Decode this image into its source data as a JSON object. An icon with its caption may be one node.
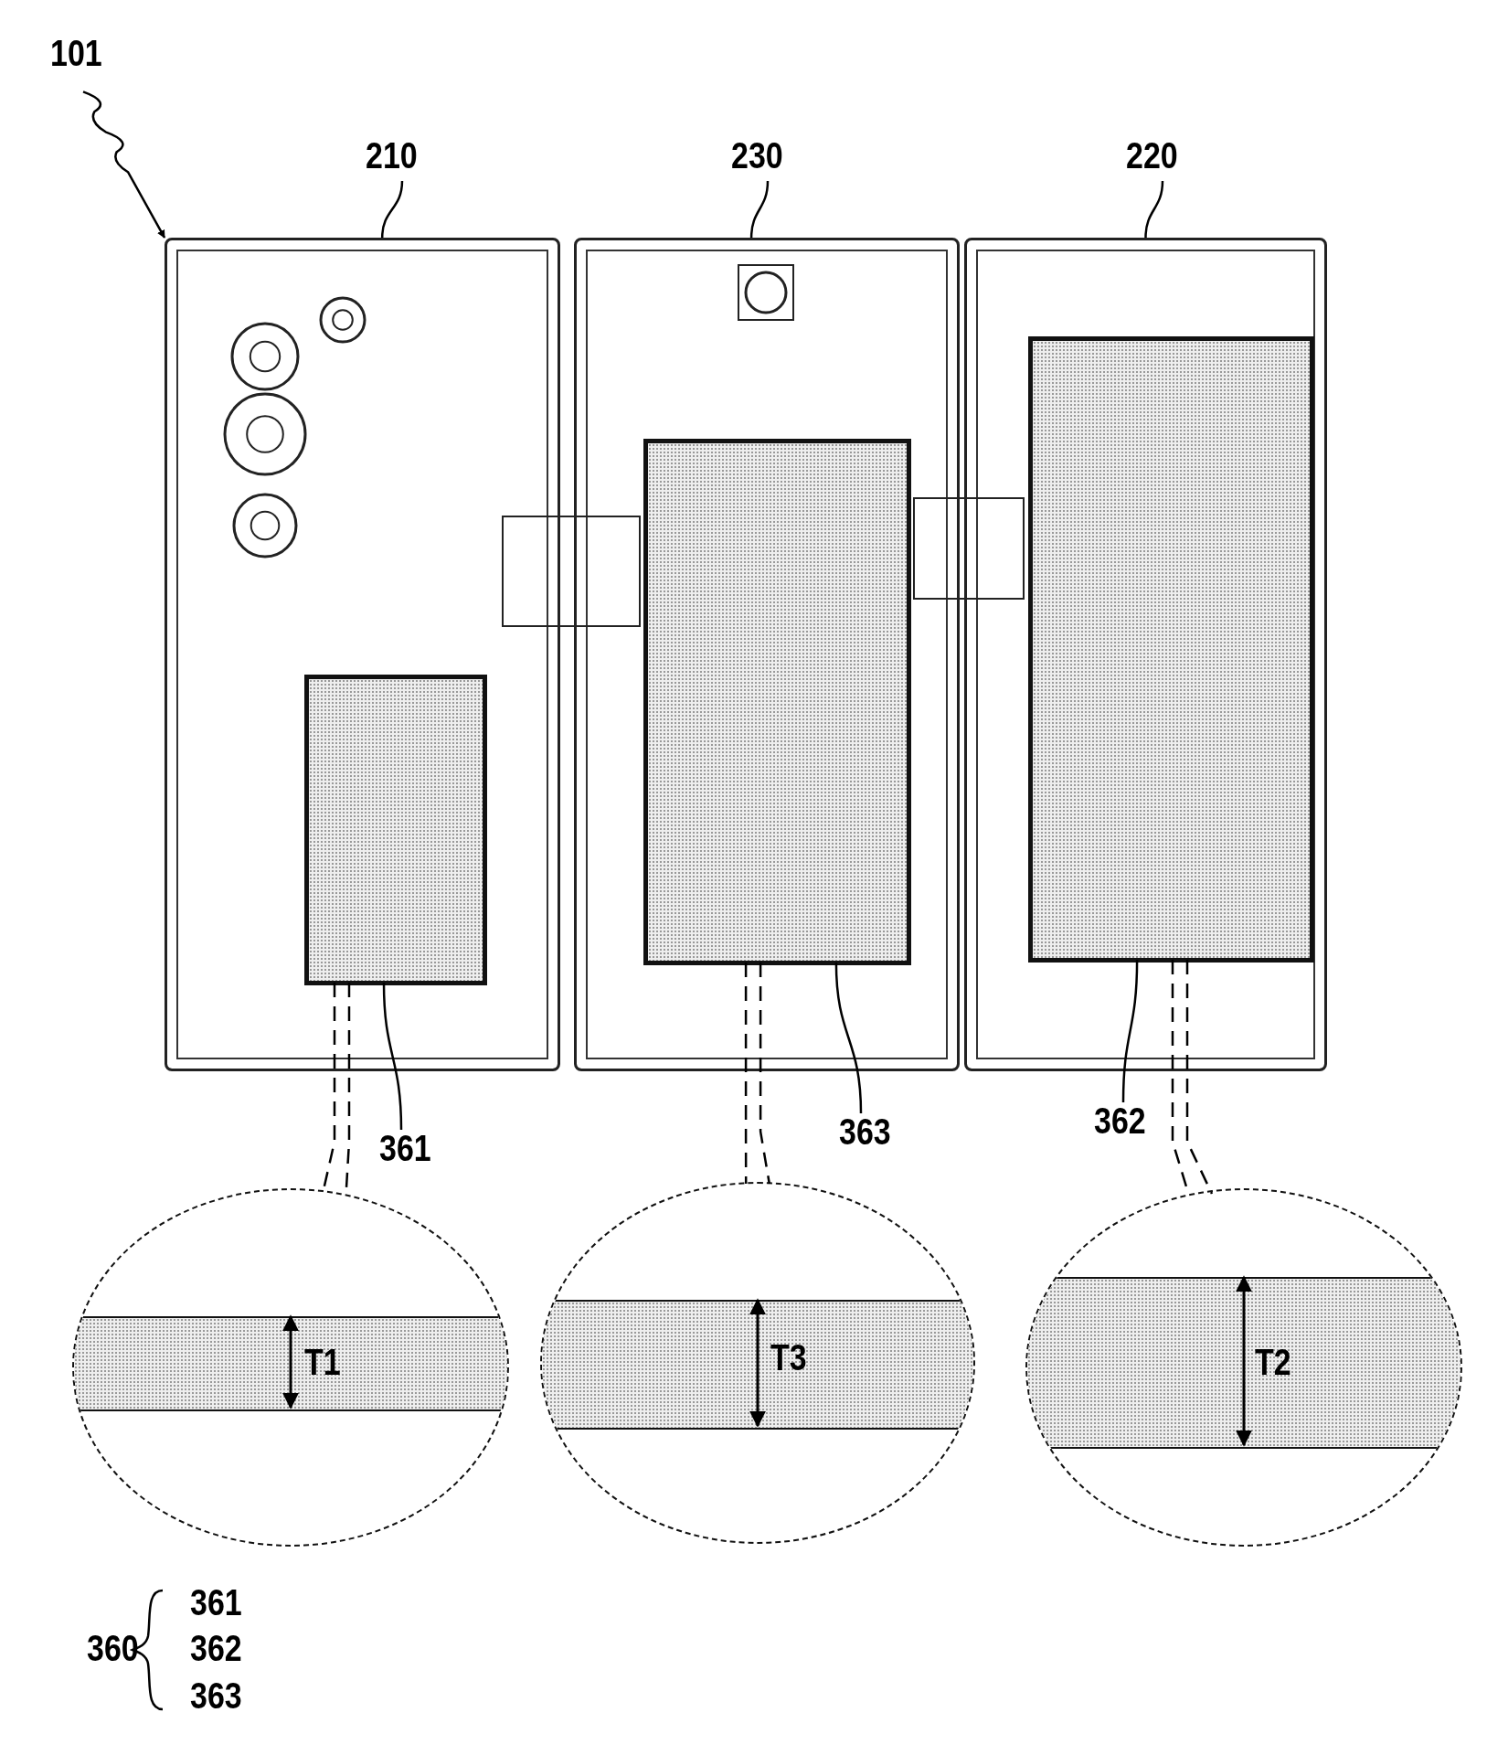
{
  "diagram": {
    "nodes": [
      {
        "text": [
          "101"
        ]
      },
      {
        "text": [],
        "shape": "picture"
      },
      {
        "text": [
          "210"
        ]
      },
      {
        "text": [],
        "shape": "picture",
        "in": 1
      },
      {
        "text": [
          "230"
        ]
      },
      {
        "text": [],
        "shape": "picture",
        "in": 1
      },
      {
        "text": [
          "220"
        ]
      },
      {
        "text": [],
        "shape": "picture",
        "in": 1
      },
      {
        "text": [
          "361"
        ]
      },
      {
        "text": [],
        "shape": "box",
        "in": 3
      },
      {
        "text": [
          "363"
        ]
      },
      {
        "text": [],
        "shape": "box",
        "in": 5
      },
      {
        "text": [
          "362"
        ]
      },
      {
        "text": [],
        "shape": "box",
        "in": 7
      },
      {
        "text": [],
        "shape": "circle"
      },
      {
        "text": [],
        "shape": "circle"
      },
      {
        "text": [],
        "shape": "circle"
      }
    ],
    "edges": [
      {
        "from": 0,
        "to": 1,
        "arrow": "to"
      },
      {
        "from": 2,
        "to": 3,
        "arrow": "none"
      },
      {
        "from": 4,
        "to": 5,
        "arrow": "none"
      },
      {
        "from": 6,
        "to": 7,
        "arrow": "none"
      },
      {
        "from": 8,
        "to": 9,
        "arrow": "none"
      },
      {
        "from": 10,
        "to": 11,
        "arrow": "none"
      },
      {
        "from": 12,
        "to": 13,
        "arrow": "none"
      },
      {
        "from": 9,
        "to": 14,
        "arrow": "none",
        "style": "dashed"
      },
      {
        "from": 11,
        "to": 15,
        "arrow": "none",
        "style": "dashed"
      },
      {
        "from": 13,
        "to": 16,
        "arrow": "none",
        "style": "dashed"
      }
    ],
    "labels": [
      "T1",
      "T3",
      "T2",
      "360",
      "361",
      "362",
      "363"
    ]
  }
}
